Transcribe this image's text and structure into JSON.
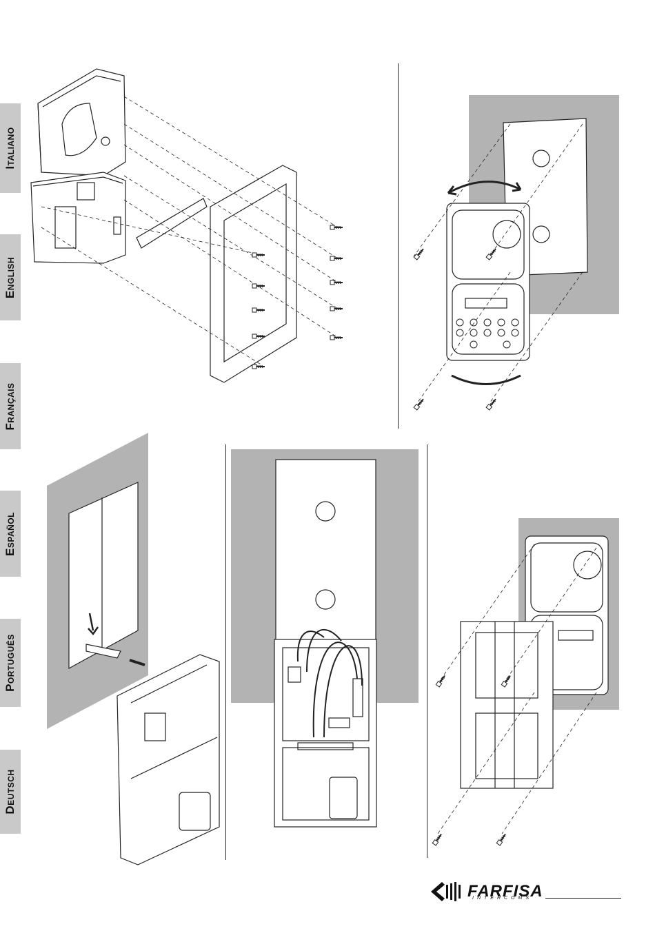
{
  "languages": [
    "Italiano",
    "English",
    "Français",
    "Español",
    "Português",
    "Deutsch"
  ],
  "brand": {
    "name": "FARFISA",
    "subtitle": "INTERCOMS"
  },
  "colors": {
    "tab_bg": "#c9c9c9",
    "wall_gray": "#b3b3b3",
    "line": "#222222"
  }
}
